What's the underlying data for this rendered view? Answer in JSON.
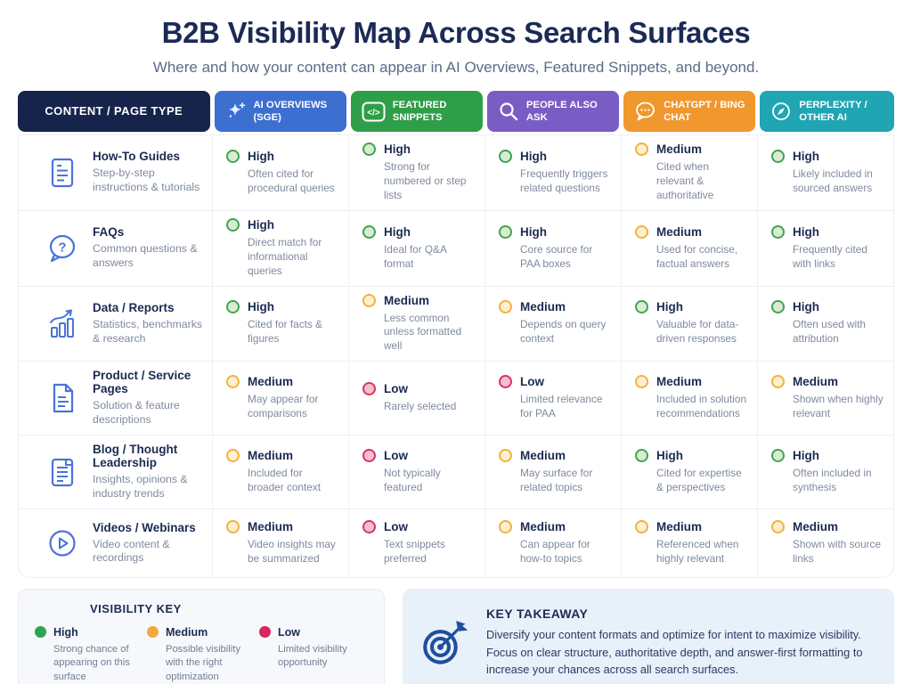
{
  "page": {
    "title": "B2B Visibility Map Across Search Surfaces",
    "subtitle": "Where and how your content can appear in AI Overviews, Featured Snippets, and beyond."
  },
  "colors": {
    "navy_text": "#1b2a55",
    "high": "#2fa351",
    "medium": "#f3a93a",
    "low": "#d6275e",
    "takeaway_bg": "#e8f0fa"
  },
  "table": {
    "columns": [
      {
        "label": "CONTENT / PAGE TYPE",
        "icon": null,
        "color": "#16244c"
      },
      {
        "label": "AI OVERVIEWS (SGE)",
        "icon": "sparkle-icon",
        "color": "#3d6fd1"
      },
      {
        "label": "FEATURED SNIPPETS",
        "icon": "code-icon",
        "color": "#2f9e48"
      },
      {
        "label": "PEOPLE ALSO ASK",
        "icon": "magnifier-icon",
        "color": "#7a5cc5"
      },
      {
        "label": "CHATGPT / BING CHAT",
        "icon": "chat-dots-icon",
        "color": "#f0972e"
      },
      {
        "label": "PERPLEXITY / OTHER AI",
        "icon": "compass-icon",
        "color": "#1fa6b2"
      }
    ],
    "rows": [
      {
        "type": {
          "title": "How-To Guides",
          "desc": "Step-by-step instructions & tutorials",
          "icon": "howto-doc-icon"
        },
        "cells": [
          {
            "level": "High",
            "desc": "Often cited for procedural queries"
          },
          {
            "level": "High",
            "desc": "Strong for numbered or step lists"
          },
          {
            "level": "High",
            "desc": "Frequently triggers related questions"
          },
          {
            "level": "Medium",
            "desc": "Cited when relevant & authoritative"
          },
          {
            "level": "High",
            "desc": "Likely included in sourced answers"
          }
        ]
      },
      {
        "type": {
          "title": "FAQs",
          "desc": "Common questions & answers",
          "icon": "faq-bubble-icon"
        },
        "cells": [
          {
            "level": "High",
            "desc": "Direct match for informational queries"
          },
          {
            "level": "High",
            "desc": "Ideal for Q&A format"
          },
          {
            "level": "High",
            "desc": "Core source for PAA boxes"
          },
          {
            "level": "Medium",
            "desc": "Used for concise, factual answers"
          },
          {
            "level": "High",
            "desc": "Frequently cited with links"
          }
        ]
      },
      {
        "type": {
          "title": "Data / Reports",
          "desc": "Statistics, benchmarks & research",
          "icon": "bar-chart-icon"
        },
        "cells": [
          {
            "level": "High",
            "desc": "Cited for facts & figures"
          },
          {
            "level": "Medium",
            "desc": "Less common unless formatted well"
          },
          {
            "level": "Medium",
            "desc": "Depends on query context"
          },
          {
            "level": "High",
            "desc": "Valuable for data-driven responses"
          },
          {
            "level": "High",
            "desc": "Often used with attribution"
          }
        ]
      },
      {
        "type": {
          "title": "Product / Service Pages",
          "desc": "Solution & feature descriptions",
          "icon": "product-page-icon"
        },
        "cells": [
          {
            "level": "Medium",
            "desc": "May appear for comparisons"
          },
          {
            "level": "Low",
            "desc": "Rarely selected"
          },
          {
            "level": "Low",
            "desc": "Limited relevance for PAA"
          },
          {
            "level": "Medium",
            "desc": "Included in solution recommendations"
          },
          {
            "level": "Medium",
            "desc": "Shown when highly relevant"
          }
        ]
      },
      {
        "type": {
          "title": "Blog / Thought Leadership",
          "desc": "Insights, opinions & industry trends",
          "icon": "blog-doc-icon"
        },
        "cells": [
          {
            "level": "Medium",
            "desc": "Included for broader context"
          },
          {
            "level": "Low",
            "desc": "Not typically featured"
          },
          {
            "level": "Medium",
            "desc": "May surface for related topics"
          },
          {
            "level": "High",
            "desc": "Cited for expertise & perspectives"
          },
          {
            "level": "High",
            "desc": "Often included in synthesis"
          }
        ]
      },
      {
        "type": {
          "title": "Videos / Webinars",
          "desc": "Video content & recordings",
          "icon": "play-circle-icon"
        },
        "cells": [
          {
            "level": "Medium",
            "desc": "Video insights may be summarized"
          },
          {
            "level": "Low",
            "desc": "Text snippets preferred"
          },
          {
            "level": "Medium",
            "desc": "Can appear for how-to topics"
          },
          {
            "level": "Medium",
            "desc": "Referenced when highly relevant"
          },
          {
            "level": "Medium",
            "desc": "Shown with source links"
          }
        ]
      }
    ]
  },
  "legend": {
    "title": "VISIBILITY KEY",
    "items": [
      {
        "level": "High",
        "desc": "Strong chance of appearing on this surface"
      },
      {
        "level": "Medium",
        "desc": "Possible visibility with the right optimization"
      },
      {
        "level": "Low",
        "desc": "Limited visibility opportunity"
      }
    ]
  },
  "takeaway": {
    "title": "KEY TAKEAWAY",
    "icon": "target-dart-icon",
    "body": "Diversify your content formats and optimize for intent to maximize visibility. Focus on clear structure, authoritative depth, and answer-first formatting to increase your chances across all search surfaces."
  }
}
